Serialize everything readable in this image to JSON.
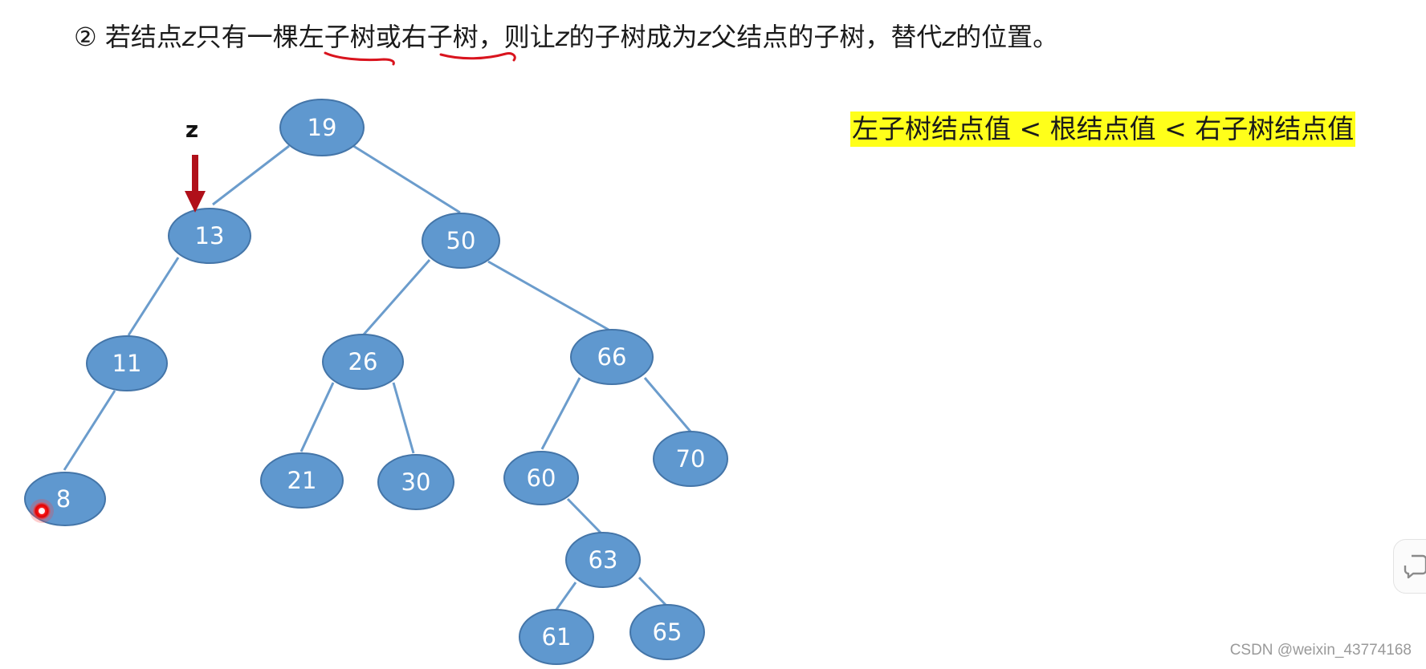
{
  "heading": {
    "marker": "②",
    "text1": " 若结点",
    "var1": "z",
    "text2": "只有一棵",
    "left_subtree": "左子树",
    "or_word": "或",
    "right_subtree": "右子树",
    "text3": "，则让",
    "var2": "z",
    "text4": "的子树成为",
    "var3": "z",
    "text5": "父结点的子树，替代",
    "var4": "z",
    "text6": "的位置。"
  },
  "rule": "左子树结点值 < 根结点值 < 右子树结点值",
  "pointer_label": "z",
  "tree": {
    "nodes": [
      {
        "id": "n19",
        "label": "19"
      },
      {
        "id": "n13",
        "label": "13"
      },
      {
        "id": "n50",
        "label": "50"
      },
      {
        "id": "n11",
        "label": "11"
      },
      {
        "id": "n26",
        "label": "26"
      },
      {
        "id": "n66",
        "label": "66"
      },
      {
        "id": "n8",
        "label": "8"
      },
      {
        "id": "n21",
        "label": "21"
      },
      {
        "id": "n30",
        "label": "30"
      },
      {
        "id": "n60",
        "label": "60"
      },
      {
        "id": "n70",
        "label": "70"
      },
      {
        "id": "n63",
        "label": "63"
      },
      {
        "id": "n61",
        "label": "61"
      },
      {
        "id": "n65",
        "label": "65"
      }
    ],
    "edges": [
      [
        "n19",
        "n13"
      ],
      [
        "n19",
        "n50"
      ],
      [
        "n13",
        "n11"
      ],
      [
        "n11",
        "n8"
      ],
      [
        "n50",
        "n26"
      ],
      [
        "n50",
        "n66"
      ],
      [
        "n26",
        "n21"
      ],
      [
        "n26",
        "n30"
      ],
      [
        "n66",
        "n60"
      ],
      [
        "n66",
        "n70"
      ],
      [
        "n60",
        "n63"
      ],
      [
        "n63",
        "n61"
      ],
      [
        "n63",
        "n65"
      ]
    ]
  },
  "colors": {
    "node_fill": "#5f98cf",
    "node_stroke": "#4475a8",
    "edge": "#6b9ccc",
    "pointer_arrow": "#b0101a",
    "underline": "#d9141e",
    "rule_highlight": "#ffff1a"
  },
  "watermark": "CSDN @weixin_43774168",
  "icons": {
    "cursor": "red-dot-cursor-icon",
    "side_widget": "chat-bubble-icon"
  }
}
